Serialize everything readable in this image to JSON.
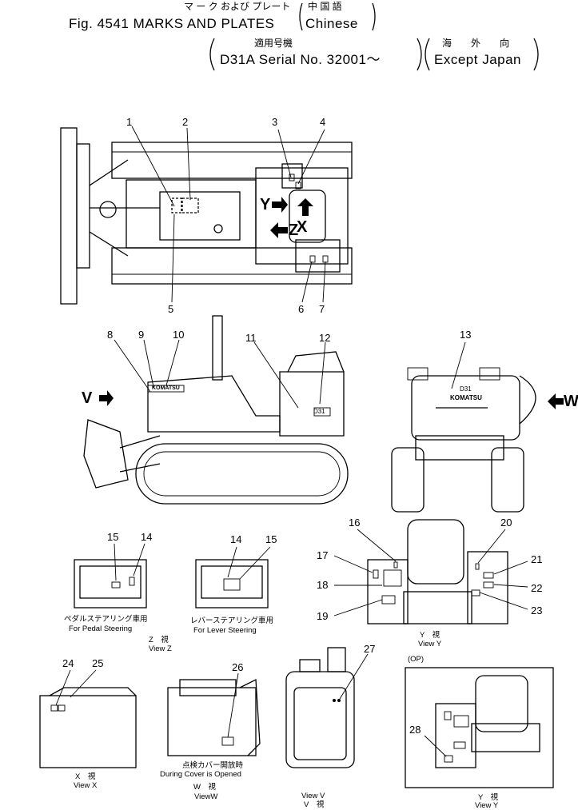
{
  "header": {
    "line1_jp": "マ ー ク および プレート",
    "line1_paren_jp": "中 国 語",
    "line2_fig": "Fig. 4541 MARKS AND PLATES",
    "line2_paren": "Chinese",
    "line3_jp": "適用号機",
    "line3_jp_right": "海　　外　　向",
    "line4_serial": "D31A Serial No. 32001～",
    "line4_except": "Except Japan"
  },
  "callouts": [
    "1",
    "2",
    "3",
    "4",
    "5",
    "6",
    "7",
    "8",
    "9",
    "10",
    "11",
    "12",
    "13",
    "14",
    "15",
    "16",
    "17",
    "18",
    "19",
    "20",
    "21",
    "22",
    "23",
    "24",
    "25",
    "26",
    "27",
    "28"
  ],
  "view_markers": {
    "y": "Y",
    "x": "X",
    "z": "Z",
    "v": "V",
    "w": "W"
  },
  "labels": {
    "komatsu": "KOMATSU",
    "d31": "D31",
    "d31_rear": "D31"
  },
  "captions": {
    "pedal_jp": "ペダルステアリング車用",
    "pedal_en": "For Pedal Steering",
    "lever_jp": "レバーステアリング車用",
    "lever_en": "For Lever Steering",
    "viewz_jp": "Z　視",
    "viewz_en": "View Z",
    "viewy_jp": "Y　視",
    "viewy_en": "View Y",
    "viewx_jp": "X　視",
    "viewx_en": "View X",
    "cover_jp": "点検カバー開放時",
    "cover_en": "During Cover is Opened",
    "vieww_jp": "W　視",
    "vieww_en": "ViewW",
    "viewv_en": "View V",
    "viewv_jp": "V　視",
    "op": "(OP)",
    "viewy2_jp": "Y　視",
    "viewy2_en": "View Y"
  }
}
